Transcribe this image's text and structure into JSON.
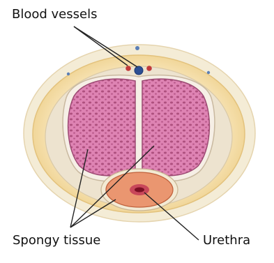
{
  "labels": {
    "blood_vessels": "Blood vessels",
    "spongy_tissue": "Spongy tissue",
    "urethra": "Urethra"
  },
  "colors": {
    "outer_skin": "#f4ecd6",
    "fat_layer": "#f2d89c",
    "fat_layer_edge": "#e3c27c",
    "fascia": "#ede3cf",
    "tunica": "#f6efe6",
    "spongy_fill": "#de83b3",
    "spongy_pores": "#9d3e6c",
    "urethra_tissue": "#ea9670",
    "urethra_lumen": "#a0203d",
    "vessel_blue": "#2c4f93",
    "vessel_red": "#c23a3a",
    "leader_line": "#222222"
  },
  "icons": [
    "cross-section-illustration"
  ]
}
